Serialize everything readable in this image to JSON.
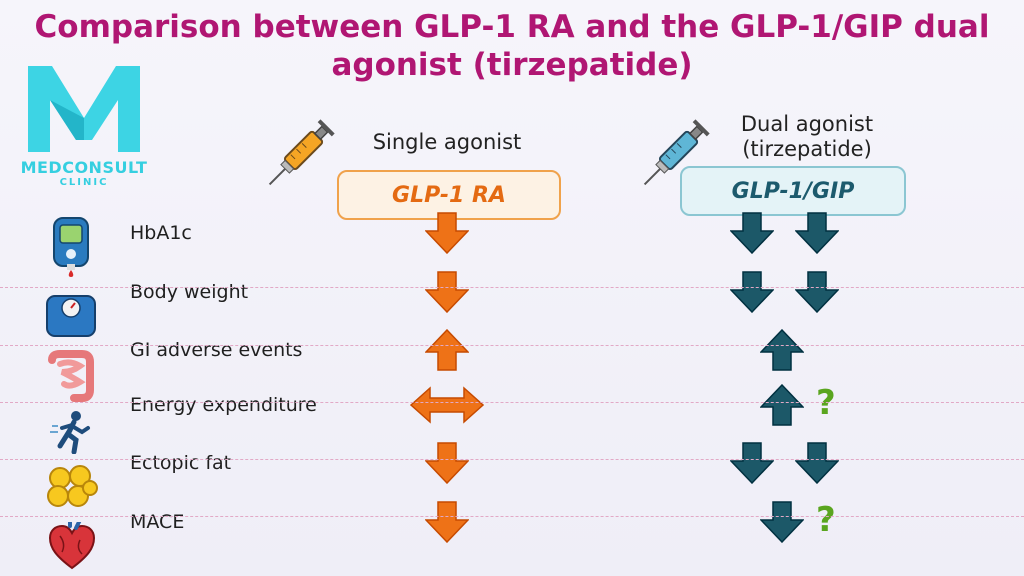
{
  "title_line1": "Comparison between GLP-1 RA and the GLP-1/GIP dual",
  "title_line2": "agonist (tirzepatide)",
  "logo": {
    "name": "MEDCONSULT",
    "sub": "CLINIC"
  },
  "columns": {
    "single_header": "Single agonist",
    "single_pill": "GLP-1 RA",
    "dual_header_line1": "Dual agonist",
    "dual_header_line2": "(tirzepatide)",
    "dual_pill": "GLP-1/GIP"
  },
  "rows": [
    {
      "label": "HbA1c",
      "icon": "glucose-meter-icon",
      "single": "down",
      "dual": [
        "down",
        "down"
      ],
      "dual_question": false
    },
    {
      "label": "Body weight",
      "icon": "scale-icon",
      "single": "down",
      "dual": [
        "down",
        "down"
      ],
      "dual_question": false
    },
    {
      "label": "GI adverse events",
      "icon": "intestine-icon",
      "single": "up",
      "dual": [
        "up"
      ],
      "dual_question": false
    },
    {
      "label": "Energy expenditure",
      "icon": "runner-icon",
      "single": "both",
      "dual": [
        "up"
      ],
      "dual_question": true
    },
    {
      "label": "Ectopic fat",
      "icon": "fat-cells-icon",
      "single": "down",
      "dual": [
        "down",
        "down"
      ],
      "dual_question": false
    },
    {
      "label": "MACE",
      "icon": "heart-icon",
      "single": "down",
      "dual": [
        "down"
      ],
      "dual_question": true
    }
  ],
  "question_mark": "?",
  "colors": {
    "title": "#b01673",
    "single_arrow": "#ee7217",
    "dual_arrow": "#1c5868",
    "question": "#5aa51f",
    "divider": "#e2a9c6"
  }
}
